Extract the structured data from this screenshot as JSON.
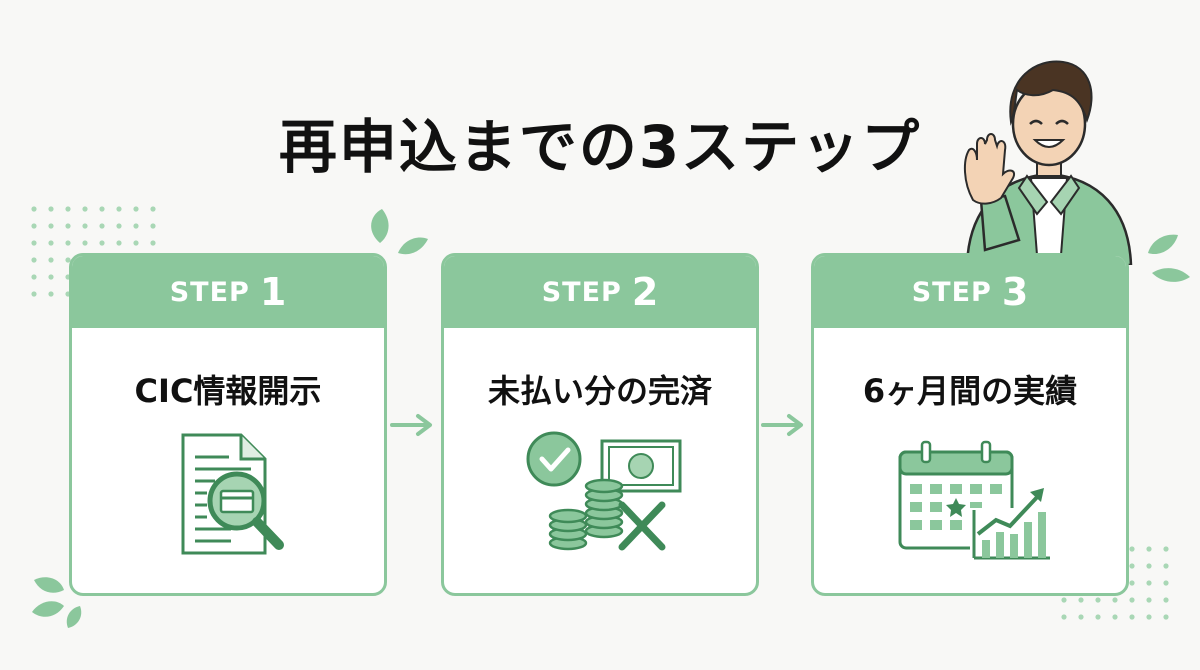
{
  "title": "再申込までの3ステップ",
  "steps": [
    {
      "label": "STEP",
      "number": "1",
      "text": "CIC情報開示",
      "icon": "document-search-icon"
    },
    {
      "label": "STEP",
      "number": "2",
      "text": "未払い分の完済",
      "icon": "payment-complete-icon"
    },
    {
      "label": "STEP",
      "number": "3",
      "text": "6ヶ月間の実績",
      "icon": "calendar-growth-icon"
    }
  ],
  "colors": {
    "accent": "#8bc79c",
    "accent_dark": "#3f8a58",
    "text": "#111111",
    "background": "#f8f8f6"
  }
}
